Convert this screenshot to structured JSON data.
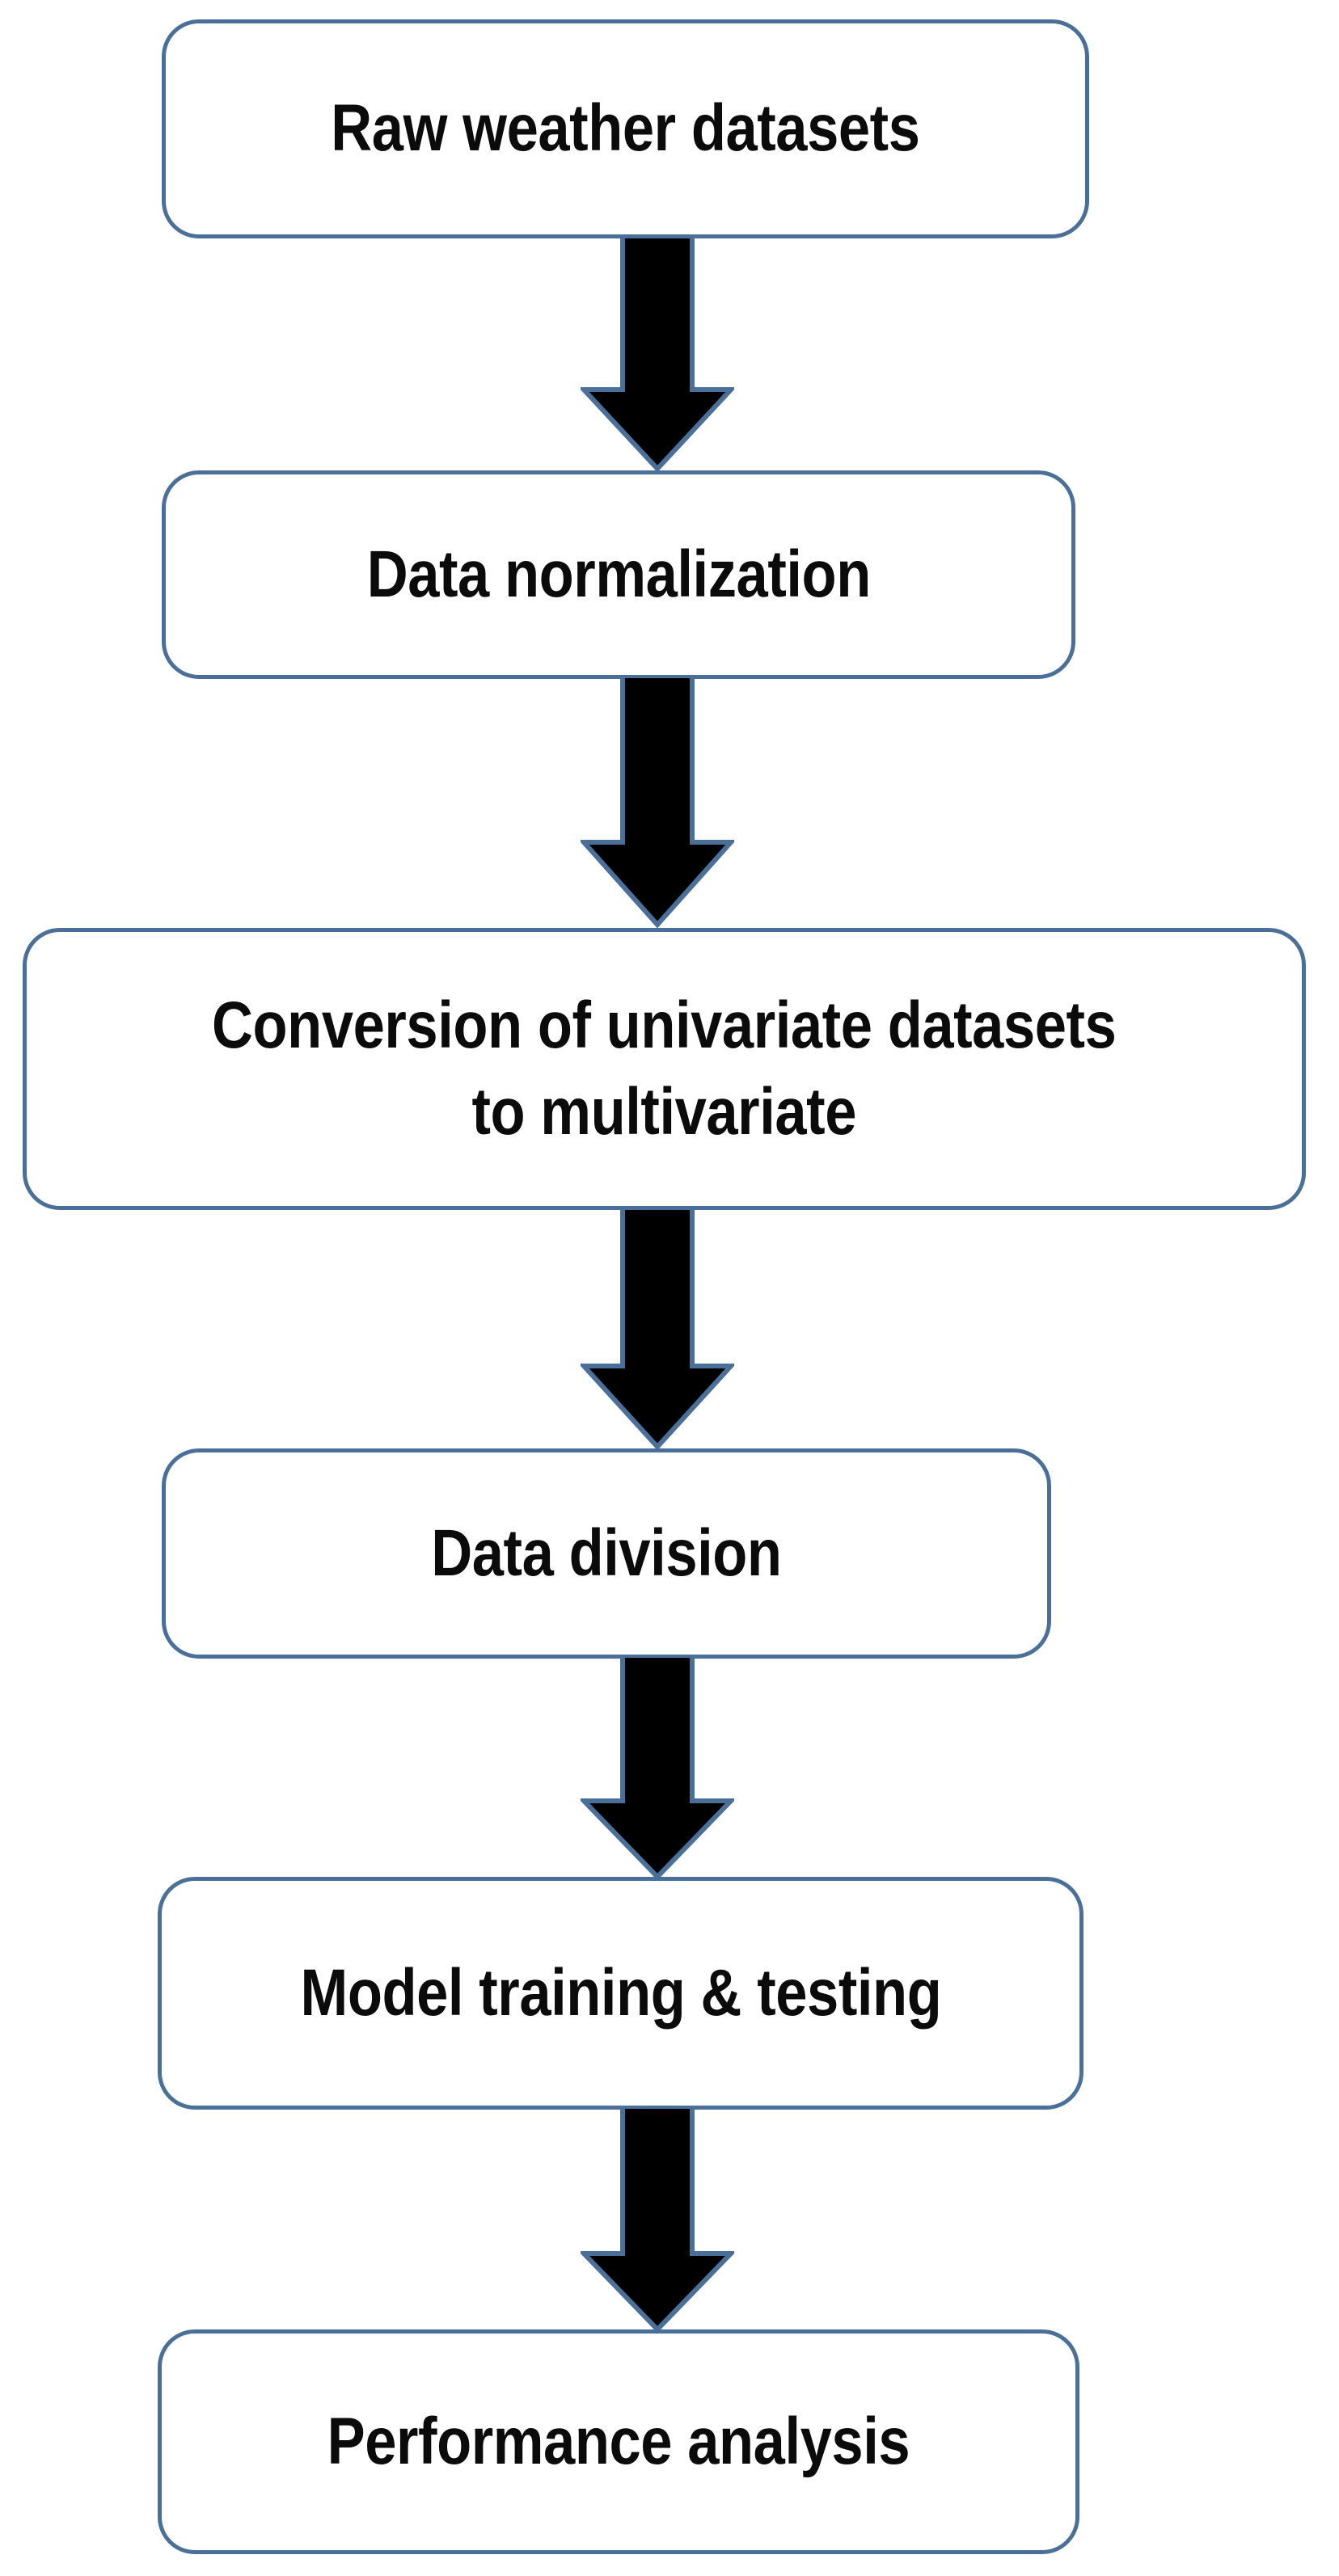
{
  "diagram": {
    "title": "Weather forecasting workflow flowchart",
    "orientation": "top-to-bottom",
    "background_color": "#ffffff",
    "node_border_color": "#4a7099",
    "node_fill_color": "#ffffff",
    "arrow_fill_color": "#000000",
    "arrow_outline_color": "#4a7099",
    "text_color": "#0b0b0b",
    "nodes": [
      {
        "id": "raw-weather-datasets",
        "label": "Raw weather datasets",
        "shape": "rounded-rectangle"
      },
      {
        "id": "data-normalization",
        "label": "Data normalization",
        "shape": "rounded-rectangle"
      },
      {
        "id": "conversion-univariate-to-multivariate",
        "label": "Conversion  of univariate datasets\nto multivariate",
        "shape": "rounded-rectangle"
      },
      {
        "id": "data-division",
        "label": "Data division",
        "shape": "rounded-rectangle"
      },
      {
        "id": "model-training-testing",
        "label": "Model training  & testing",
        "shape": "rounded-rectangle"
      },
      {
        "id": "performance-analysis",
        "label": "Performance analysis",
        "shape": "rounded-rectangle"
      }
    ],
    "edges": [
      {
        "id": "edge-1",
        "from": "raw-weather-datasets",
        "to": "data-normalization",
        "style": "block-arrow-down"
      },
      {
        "id": "edge-2",
        "from": "data-normalization",
        "to": "conversion-univariate-to-multivariate",
        "style": "block-arrow-down"
      },
      {
        "id": "edge-3",
        "from": "conversion-univariate-to-multivariate",
        "to": "data-division",
        "style": "block-arrow-down"
      },
      {
        "id": "edge-4",
        "from": "data-division",
        "to": "model-training-testing",
        "style": "block-arrow-down"
      },
      {
        "id": "edge-5",
        "from": "model-training-testing",
        "to": "performance-analysis",
        "style": "block-arrow-down"
      },
      {
        "id": "edge-6",
        "from": "performance-analysis",
        "to": null,
        "style": "none"
      }
    ]
  }
}
